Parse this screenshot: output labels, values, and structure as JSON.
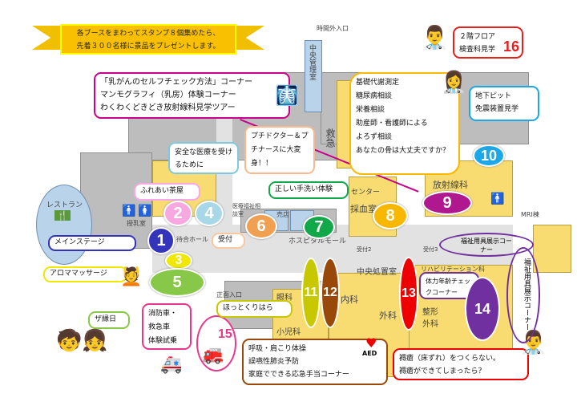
{
  "banner": {
    "line1": "各ブースをまわってスタンプ８個集めたら、",
    "line2": "先着３００名様に景品をプレゼントします。"
  },
  "rooms": {
    "after_hours_entrance": "時間外入口",
    "central_control": "中央管理室",
    "restaurant": "レストラン",
    "nursing_room": "授乳室",
    "waiting_hall": "待合ホール",
    "reception": "受付",
    "shop": "売店",
    "welfare_consult": "医療福祉相談室",
    "hospital_mall": "ホスピタルモール",
    "reception2": "受付2",
    "reception3": "受付3",
    "blood_draw": "採血室",
    "center": "センター",
    "radiology": "放射線科",
    "mri": "MRI棟",
    "central_treatment": "中央処置室",
    "rehab": "リハビリテーション科",
    "orthopedics": "整形外科",
    "surgery": "外科",
    "internal": "内科",
    "ophthalmology": "眼科",
    "pediatrics": "小児科",
    "main_entrance": "正面入口",
    "emergency": "救急"
  },
  "booths": [
    {
      "num": "1",
      "label": "メインステージ",
      "color": "#3333bb"
    },
    {
      "num": "2",
      "label": "ふれあい茶屋",
      "color": "#f7a8e0"
    },
    {
      "num": "3",
      "label": "",
      "color": "#f0e800"
    },
    {
      "num": "4",
      "label": "安全な医療を受けるために",
      "color": "#a8d8e8"
    },
    {
      "num": "5",
      "label": "アロママッサージ",
      "color": "#88c848"
    },
    {
      "num": "6",
      "label": "プチドクター＆プチナースに大変身！！",
      "color": "#f0a050"
    },
    {
      "num": "7",
      "label": "正しい手洗い体験",
      "color": "#10a848"
    },
    {
      "num": "8",
      "label": "",
      "color": "#f8b800"
    },
    {
      "num": "9",
      "label": "",
      "color": "#b01890"
    },
    {
      "num": "10",
      "label": "",
      "color": "#1ca8e8"
    },
    {
      "num": "11",
      "label": "ほっとくりはら",
      "color": "#c8c800"
    },
    {
      "num": "12",
      "label": "",
      "color": "#984808"
    },
    {
      "num": "13",
      "label": "",
      "color": "#ee0000"
    },
    {
      "num": "14",
      "label": "体力年齢チェックコーナー",
      "color": "#7030a0"
    },
    {
      "num": "15",
      "label": "",
      "color": "#e8388c"
    },
    {
      "num": "16",
      "label": "",
      "color": "#e82020"
    }
  ],
  "ennichi": "ザ縁日",
  "breast": {
    "line1": "「乳がんのセルフチェック方法」コーナー",
    "line2": "マンモグラフィ（乳房）体験コーナー",
    "line3": "わくわくどきどき放射線科見学ツアー"
  },
  "floor2": {
    "line1": "２階フロア",
    "line2": "検査科見学"
  },
  "health": {
    "line1": "基礎代謝測定",
    "line2": "糖尿病相談",
    "line3": "栄養相談",
    "line4": "助産師・看護師による",
    "line5": "よろず相談",
    "line6": "あなたの骨は大丈夫ですか？"
  },
  "pit": {
    "line1": "地下ピット",
    "line2": "免震装置見学"
  },
  "fire": {
    "line1": "消防車・",
    "line2": "救急車",
    "line3": "体験試乗"
  },
  "breathing": {
    "line1": "呼吸・肩こり体操",
    "line2": "誤嚥性肺炎予防",
    "line3": "家庭でできる応急手当コーナー",
    "aed": "AED"
  },
  "bedsore": {
    "line1": "褥瘡（床ずれ）をつくらない。",
    "line2": "褥瘡ができてしまったら？"
  },
  "welfare_display": {
    "horizontal": "福祉用具展示コーナー",
    "vertical": "福祉用具展示コーナー"
  }
}
